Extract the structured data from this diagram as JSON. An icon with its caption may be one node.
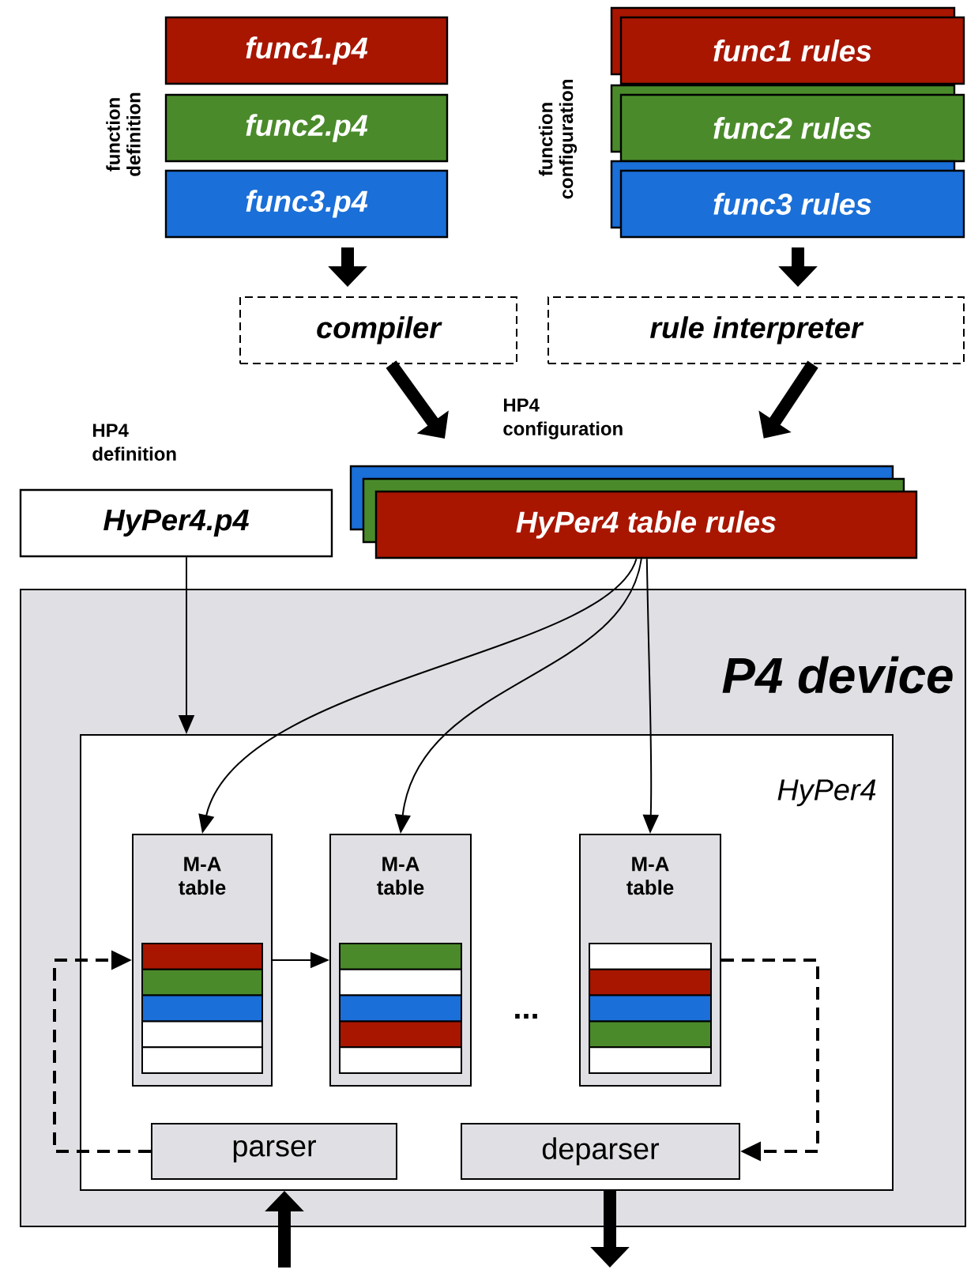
{
  "diagram": {
    "nodes": [
      {
        "text": [
          "func1.p4"
        ]
      },
      {
        "text": [
          "func2.p4"
        ]
      },
      {
        "text": [
          "func3.p4"
        ]
      },
      {
        "text": [
          "func1 rules"
        ]
      },
      {
        "text": [
          "func2 rules"
        ]
      },
      {
        "text": [
          "func3 rules"
        ]
      },
      {
        "text": [
          "compiler"
        ]
      },
      {
        "text": [
          "rule interpreter"
        ]
      },
      {
        "text": [
          "HyPer4.p4"
        ],
        "beside": [
          "HP4 definition"
        ]
      },
      {
        "text": [
          "HyPer4 table rules"
        ],
        "beside": [
          "HP4 configuration"
        ]
      },
      {
        "text": [
          "P4 device"
        ]
      },
      {
        "text": [
          "HyPer4"
        ],
        "in": 10
      },
      {
        "text": [
          "M-A table"
        ],
        "in": 11
      },
      {
        "text": [
          "M-A table"
        ],
        "in": 11
      },
      {
        "text": [
          "M-A table"
        ],
        "in": 11
      },
      {
        "text": [
          "parser"
        ],
        "in": 11
      },
      {
        "text": [
          "deparser"
        ],
        "in": 11
      }
    ],
    "edges": [
      {
        "from": 2,
        "to": 6,
        "arrow": "to",
        "style": "thick"
      },
      {
        "from": 5,
        "to": 7,
        "arrow": "to",
        "style": "thick"
      },
      {
        "from": 6,
        "to": 9,
        "arrow": "to",
        "style": "thick"
      },
      {
        "from": 7,
        "to": 9,
        "arrow": "to",
        "style": "thick"
      },
      {
        "from": 8,
        "to": 11,
        "arrow": "to"
      },
      {
        "from": 9,
        "to": 12,
        "arrow": "to"
      },
      {
        "from": 9,
        "to": 13,
        "arrow": "to"
      },
      {
        "from": 9,
        "to": 14,
        "arrow": "to"
      },
      {
        "from": 12,
        "to": 13,
        "arrow": "to"
      },
      {
        "from": 15,
        "to": 12,
        "arrow": "to",
        "style": "dashed"
      },
      {
        "from": 14,
        "to": 16,
        "arrow": "to",
        "style": "dashed"
      },
      {
        "from": null,
        "to": 11,
        "arrow": "to",
        "style": "thick"
      },
      {
        "from": 11,
        "to": null,
        "arrow": "to",
        "style": "thick"
      }
    ],
    "labels": [
      "function definition",
      "function configuration",
      "..."
    ]
  }
}
